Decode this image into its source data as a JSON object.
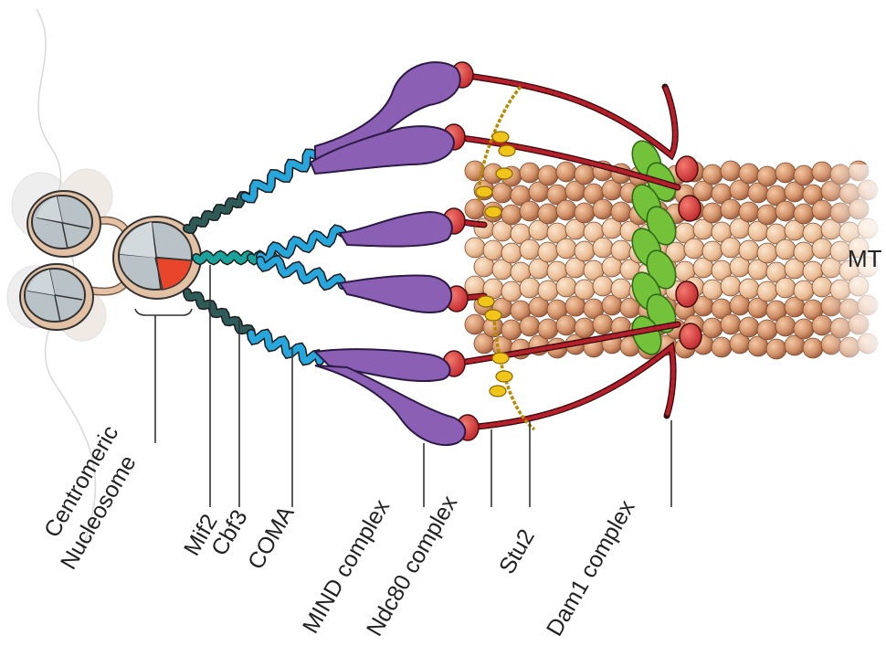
{
  "labels": {
    "centromeric": "Centromeric",
    "nucleosome": "Nucleosome",
    "mif2": "Mif2",
    "cbf3": "Cbf3",
    "coma": "COMA",
    "mind": "MIND complex",
    "ndc80": "Ndc80 complex",
    "stu2": "Stu2",
    "dam1": "Dam1 complex",
    "mt": "MT"
  },
  "colors": {
    "nucleosome_ring": "#d9b79a",
    "histone_fill": "#b9c2c6",
    "cenp_a": "#e8452a",
    "mif2": "#2e5a58",
    "cbf3": "#1aa39a",
    "coma": "#27a6dc",
    "mind": "#8a5fb4",
    "ndc80": "#b5202a",
    "stu2": "#f0c419",
    "dam1": "#74c13a",
    "tubulin": "#d2936c"
  }
}
